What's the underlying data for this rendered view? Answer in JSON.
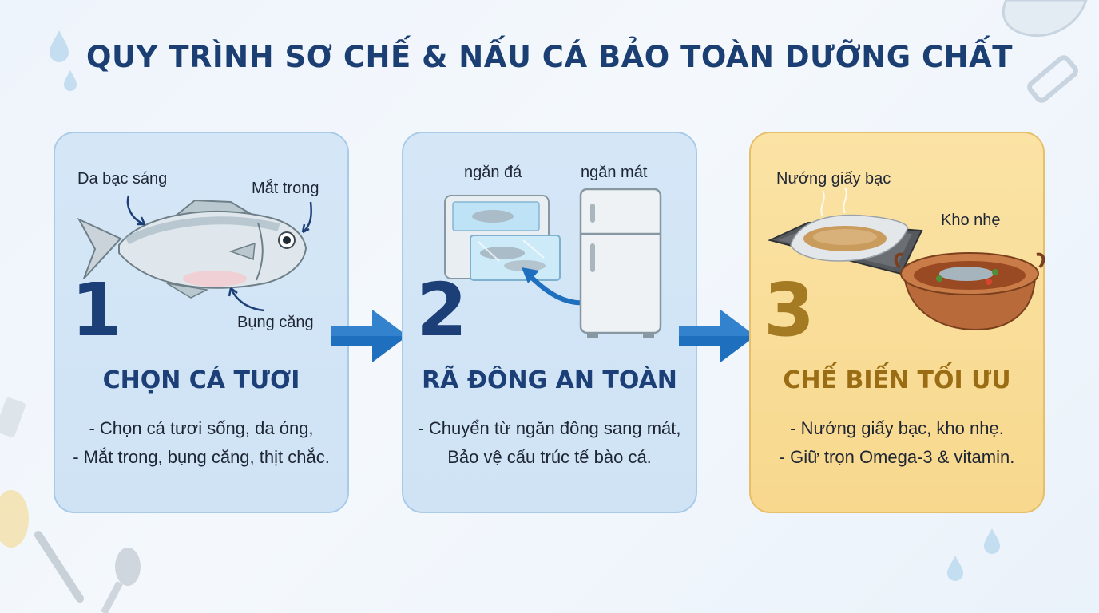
{
  "title": "QUY TRÌNH SƠ CHẾ & NẤU CÁ BẢO TOÀN DƯỠNG CHẤT",
  "steps": [
    {
      "number": "1",
      "title": "CHỌN CÁ TƯƠI",
      "labels": [
        "Da bạc sáng",
        "Mắt trong",
        "Bụng căng"
      ],
      "lines": [
        "- Chọn cá tươi sống, da óng,",
        "- Mắt trong, bụng căng, thịt chắc."
      ]
    },
    {
      "number": "2",
      "title": "RÃ ĐÔNG AN TOÀN",
      "labels": [
        "ngăn đá",
        "ngăn mát"
      ],
      "lines": [
        "- Chuyển từ ngăn đông sang mát,",
        "Bảo vệ cấu trúc tế bào cá."
      ]
    },
    {
      "number": "3",
      "title": "CHẾ BIẾN TỐI ƯU",
      "labels": [
        "Nướng giấy bạc",
        "Kho nhẹ"
      ],
      "lines": [
        "- Nướng giấy bạc, kho nhẹ.",
        "- Giữ trọn Omega-3 & vitamin."
      ]
    }
  ],
  "colors": {
    "title": "#1b3f73",
    "card_blue": "#d5e7f7",
    "card_gold": "#f7d88d",
    "arrow": "#1f6fbf"
  },
  "icons": [
    "fish-icon",
    "freezer-icon",
    "fridge-icon",
    "foil-tray-icon",
    "clay-pot-icon",
    "arrow-right-icon",
    "water-drop-icon"
  ]
}
